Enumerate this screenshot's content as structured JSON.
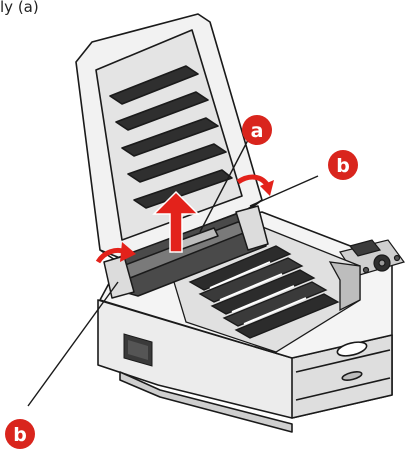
{
  "caption_fragment": "ly (a)",
  "callouts": {
    "a": "a",
    "b_right": "b",
    "b_left": "b"
  },
  "colors": {
    "callout": "#d9251d",
    "arrow": "#e3221b",
    "outline": "#1a1a1a",
    "gray_light": "#e6e6e6",
    "gray_mid": "#9a9a9a",
    "gray_dark": "#2a2a2a"
  },
  "icons": [
    "lift-up-arrow",
    "rotate-arrow-left",
    "rotate-arrow-right"
  ]
}
